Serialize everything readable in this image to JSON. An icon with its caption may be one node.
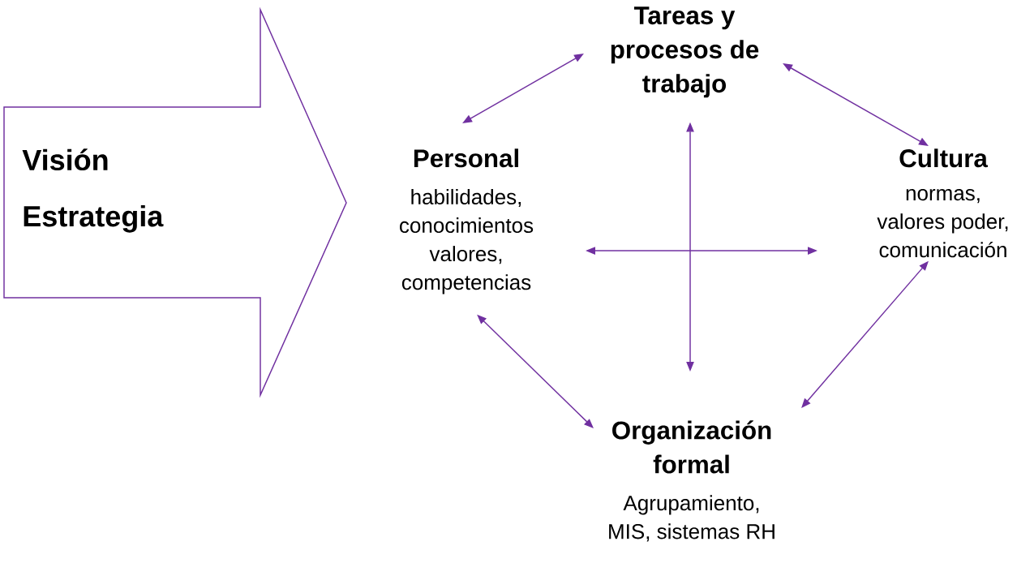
{
  "diagram": {
    "nodes": [
      {
        "text": [
          "Visión",
          "Estrategia"
        ]
      },
      {
        "text": [
          "Tareas y procesos de trabajo"
        ]
      },
      {
        "text": [
          "Personal",
          "habilidades, conocimientos valores, competencias"
        ]
      },
      {
        "text": [
          "Cultura",
          "normas, valores poder, comunicación"
        ]
      },
      {
        "text": [
          "Organización formal",
          "Agrupamiento, MIS, sistemas RH"
        ]
      }
    ],
    "edges": [
      {
        "from": 2,
        "to": 1,
        "arrow": "both"
      },
      {
        "from": 1,
        "to": 3,
        "arrow": "both"
      },
      {
        "from": 1,
        "to": 4,
        "arrow": "both"
      },
      {
        "from": 2,
        "to": 3,
        "arrow": "both"
      },
      {
        "from": 2,
        "to": 4,
        "arrow": "both"
      },
      {
        "from": 3,
        "to": 4,
        "arrow": "both"
      }
    ]
  }
}
